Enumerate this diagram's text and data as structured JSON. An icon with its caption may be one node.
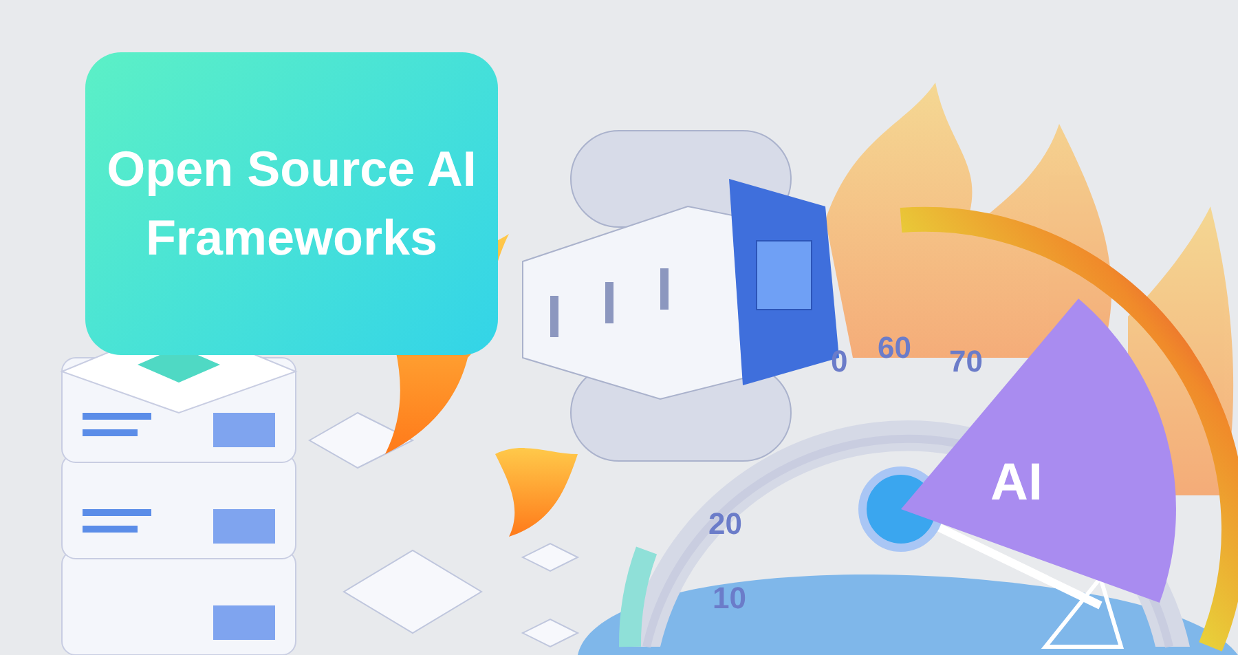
{
  "diagram": {
    "nodes": [
      {
        "text": [
          "Open Source AI Frameworks"
        ]
      },
      {
        "text": [
          "AI"
        ]
      }
    ],
    "labels": [
      "0",
      "60",
      "70",
      "20",
      "10"
    ]
  }
}
